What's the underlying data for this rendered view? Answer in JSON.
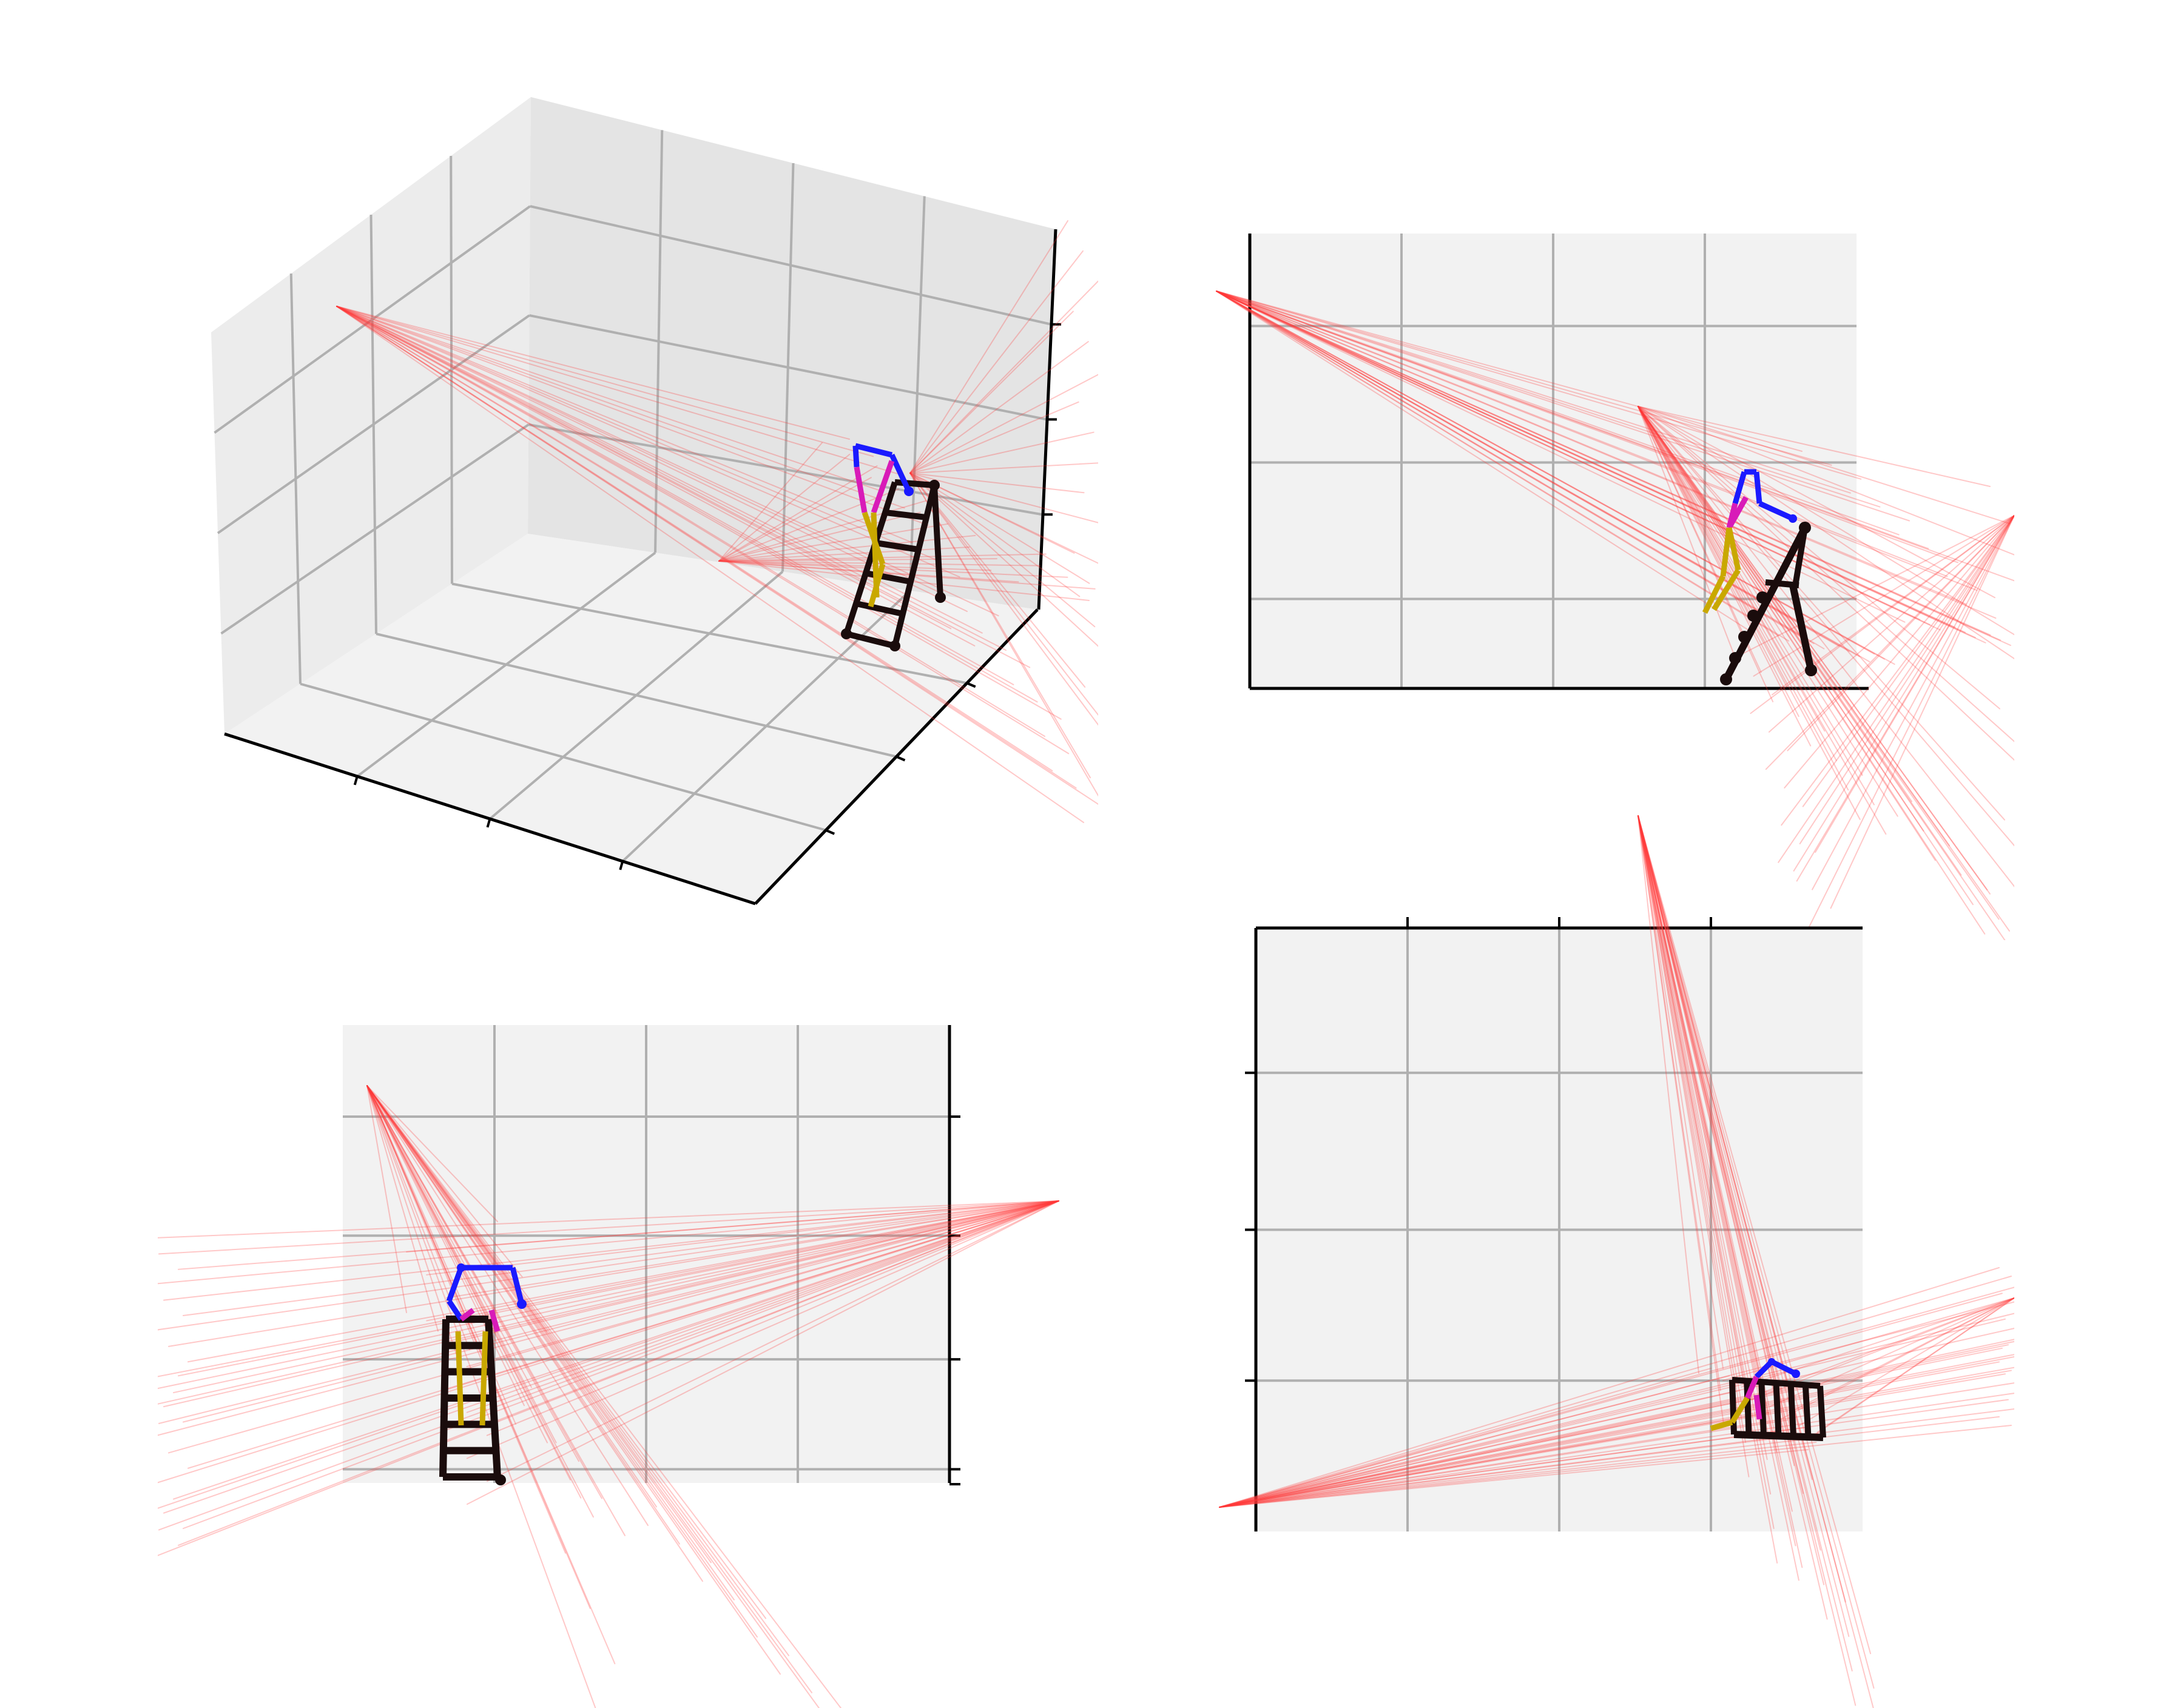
{
  "figure": {
    "colors": {
      "background": "#ffffff",
      "pane": "#f2f2f2",
      "pane_left": "#ececec",
      "pane_right": "#e4e4e4",
      "grid": "#b0b0b0",
      "axis": "#000000",
      "rays": "#ff3b3b",
      "head": "#1a1aff",
      "torso": "#d81bb8",
      "legs": "#c9a800",
      "ladder": "#1a0c0c"
    },
    "panels": [
      {
        "id": "view-3d",
        "kind": "3d-perspective"
      },
      {
        "id": "view-side",
        "kind": "2d-projection"
      },
      {
        "id": "view-front",
        "kind": "2d-projection"
      },
      {
        "id": "view-top",
        "kind": "2d-projection"
      }
    ]
  }
}
